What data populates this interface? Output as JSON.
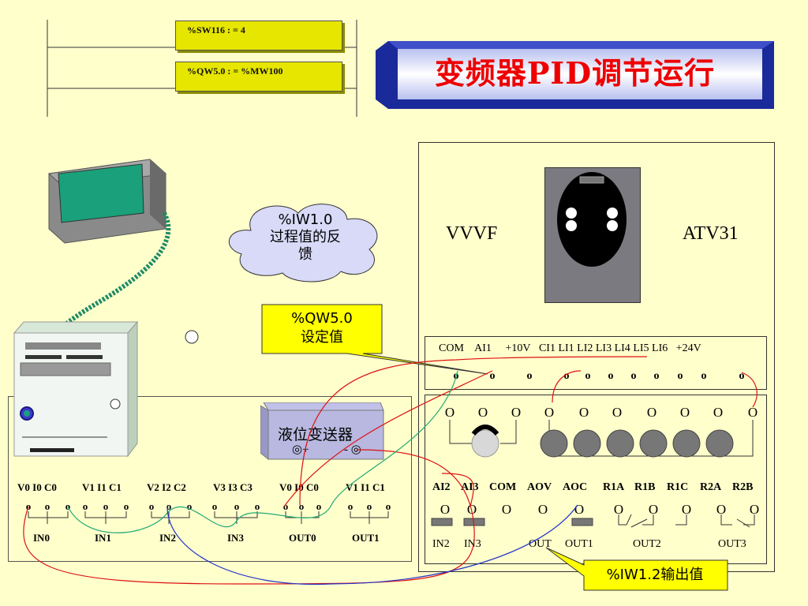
{
  "ladder": {
    "instr1": "%SW116 : = 4",
    "instr2": "%QW5.0 : = %MW100"
  },
  "title": "变频器PID调节运行",
  "vvvf": {
    "label_left": "VVVF",
    "label_right": "ATV31",
    "top_terminals": [
      "COM",
      "AI1",
      "+10V",
      "CI1",
      "LI1",
      "LI2",
      "LI3",
      "LI4",
      "LI5",
      "LI6",
      "+24V"
    ],
    "bottom_labels": [
      "AI2",
      "AI3",
      "COM",
      "AOV",
      "AOC",
      "R1A",
      "R1B",
      "R1C",
      "R2A",
      "R2B"
    ],
    "sub_labels": [
      "IN2",
      "IN3",
      "OUT",
      "OUT1",
      "OUT2",
      "OUT3"
    ]
  },
  "plc": {
    "groups": [
      "V0 I0 C0",
      "V1 I1 C1",
      "V2 I2 C2",
      "V3 I3 C3",
      "V0 I0 C0",
      "V1 I1 C1"
    ],
    "group_names": [
      "IN0",
      "IN1",
      "IN2",
      "IN3",
      "OUT0",
      "OUT1"
    ]
  },
  "callouts": {
    "cloud_line1": "%IW1.0",
    "cloud_line2": "过程值的反",
    "cloud_line3": "馈",
    "setpoint_line1": "%QW5.0",
    "setpoint_line2": "设定值",
    "output": "%IW1.2输出值"
  },
  "transmitter": {
    "label": "液位变送器",
    "plus": "◎+",
    "minus": "- ◎"
  },
  "colors": {
    "background": "#ffffcc",
    "title_red": "#ee0000",
    "banner_blue": "#1a2a9a",
    "ladder_yellow": "#e6e600",
    "callout_yellow": "#ffff00",
    "wire_red": "#dd1111",
    "wire_teal": "#22aa77",
    "wire_blue": "#2233cc"
  }
}
